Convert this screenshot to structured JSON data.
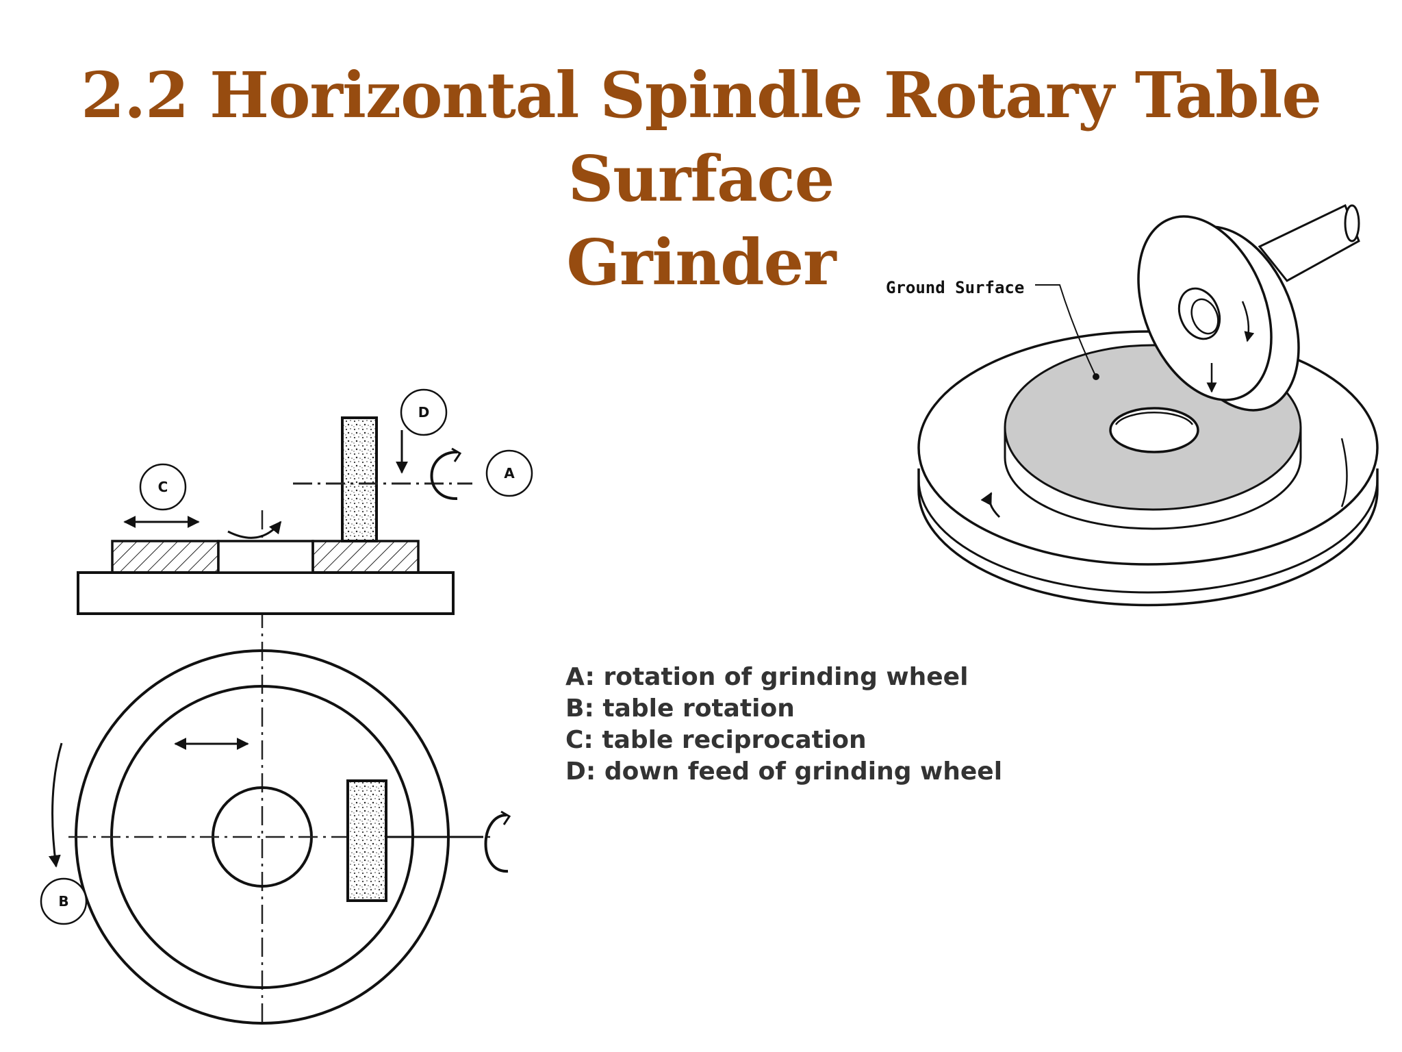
{
  "title": {
    "line1": "2.2 Horizontal Spindle Rotary Table Surface",
    "line2": "Grinder"
  },
  "labels": {
    "a": "A",
    "b": "B",
    "c": "C",
    "d": "D",
    "ground_surface": "Ground Surface"
  },
  "legend": [
    {
      "key": "A:",
      "text": "rotation of grinding wheel"
    },
    {
      "key": "B:",
      "text": "table rotation"
    },
    {
      "key": "C:",
      "text": "table reciprocation"
    },
    {
      "key": "D:",
      "text": "down feed of grinding wheel"
    }
  ],
  "colors": {
    "title": "#974C10",
    "ground_surface_fill": "#CBCBCB"
  }
}
